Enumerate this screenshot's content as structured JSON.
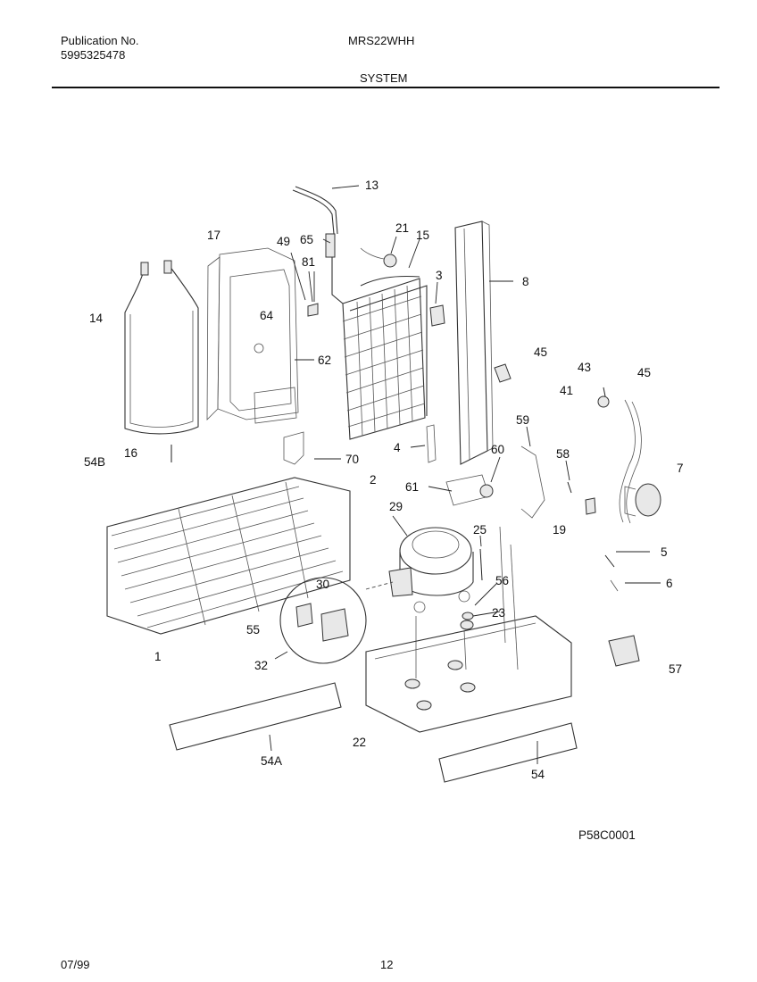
{
  "header": {
    "pub_label": "Publication No.",
    "pub_number": "5995325478",
    "model": "MRS22WHH",
    "section": "SYSTEM"
  },
  "diagram": {
    "code": "P58C0001",
    "callouts": [
      "13",
      "17",
      "49",
      "65",
      "21",
      "15",
      "81",
      "3",
      "8",
      "14",
      "64",
      "62",
      "45",
      "43",
      "45",
      "41",
      "59",
      "58",
      "4",
      "54B",
      "16",
      "70",
      "2",
      "61",
      "60",
      "7",
      "29",
      "25",
      "19",
      "5",
      "6",
      "56",
      "30",
      "23",
      "55",
      "1",
      "32",
      "57",
      "22",
      "54A",
      "54"
    ]
  },
  "footer": {
    "date": "07/99",
    "page": "12"
  }
}
